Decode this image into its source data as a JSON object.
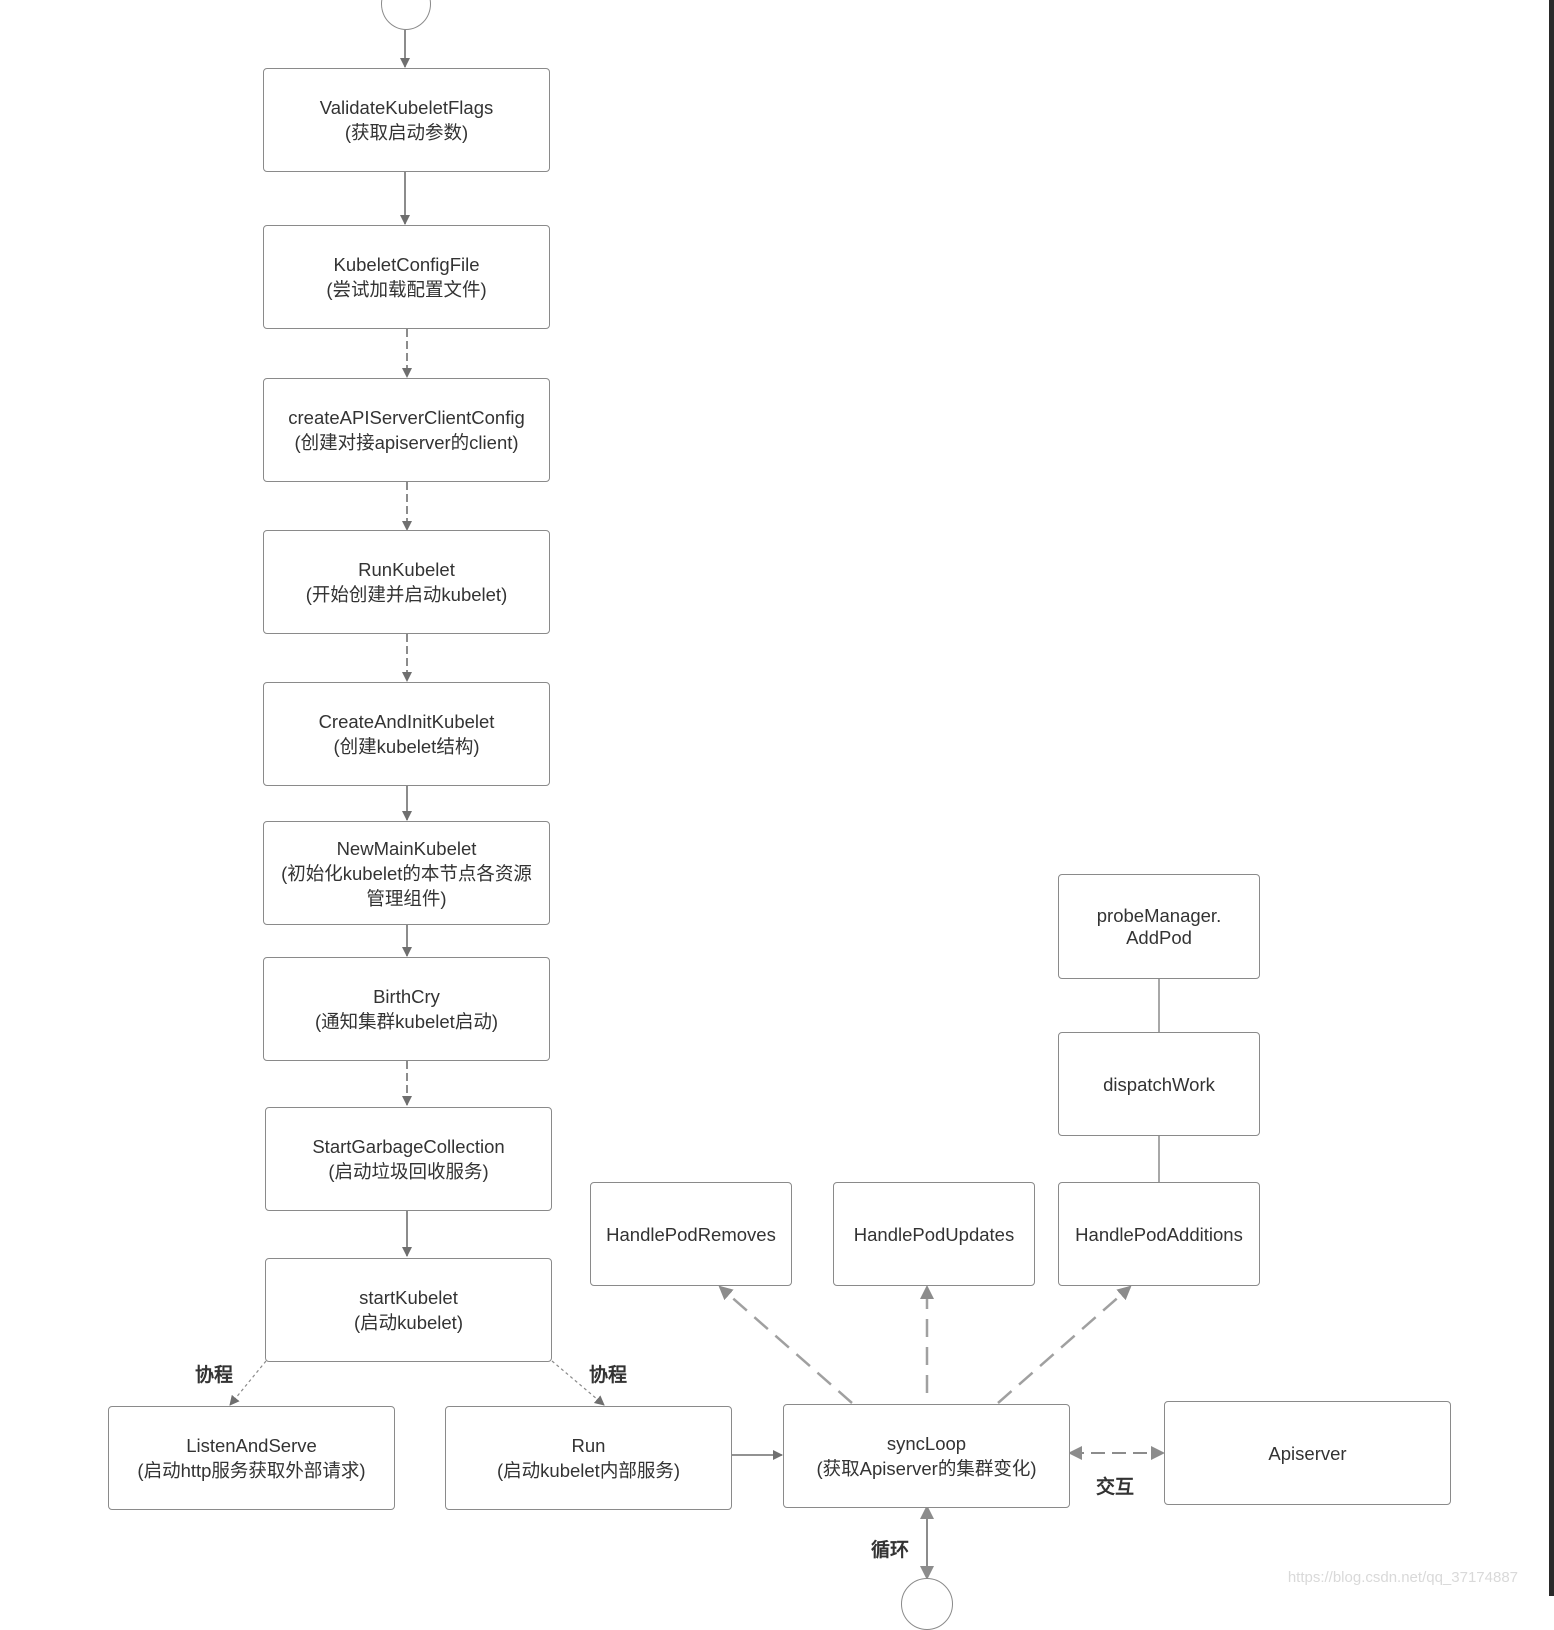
{
  "flow": {
    "validate": {
      "title": "ValidateKubeletFlags",
      "desc": "(获取启动参数)"
    },
    "configfile": {
      "title": "KubeletConfigFile",
      "desc": "(尝试加载配置文件)"
    },
    "apiclient": {
      "title": "createAPIServerClientConfig",
      "desc": "(创建对接apiserver的client)"
    },
    "runkubelet": {
      "title": "RunKubelet",
      "desc": "(开始创建并启动kubelet)"
    },
    "createinit": {
      "title": "CreateAndInitKubelet",
      "desc": "(创建kubelet结构)"
    },
    "newmain": {
      "title": "NewMainKubelet",
      "desc": "(初始化kubelet的本节点各资源管理组件)"
    },
    "birthcry": {
      "title": "BirthCry",
      "desc": "(通知集群kubelet启动)"
    },
    "gc": {
      "title": "StartGarbageCollection",
      "desc": "(启动垃圾回收服务)"
    },
    "start": {
      "title": "startKubelet",
      "desc": "(启动kubelet)"
    },
    "listen": {
      "title": "ListenAndServe",
      "desc": "(启动http服务获取外部请求)"
    },
    "run": {
      "title": "Run",
      "desc": "(启动kubelet内部服务)"
    },
    "syncloop": {
      "title": "syncLoop",
      "desc": "(获取Apiserver的集群变化)"
    },
    "apiserver": {
      "title": "Apiserver"
    },
    "removes": {
      "title": "HandlePodRemoves"
    },
    "updates": {
      "title": "HandlePodUpdates"
    },
    "additions": {
      "title": "HandlePodAdditions"
    },
    "dispatch": {
      "title": "dispatchWork"
    },
    "probe": {
      "title": "probeManager.",
      "desc": "AddPod"
    }
  },
  "edge_labels": {
    "coroutine_left": "协程",
    "coroutine_right": "协程",
    "interact": "交互",
    "loop": "循环"
  },
  "watermark": "https://blog.csdn.net/qq_37174887",
  "colors": {
    "border": "#8a8a8a",
    "line": "#6f6f6f",
    "dashed": "#a0a0a0",
    "text": "#333333"
  }
}
